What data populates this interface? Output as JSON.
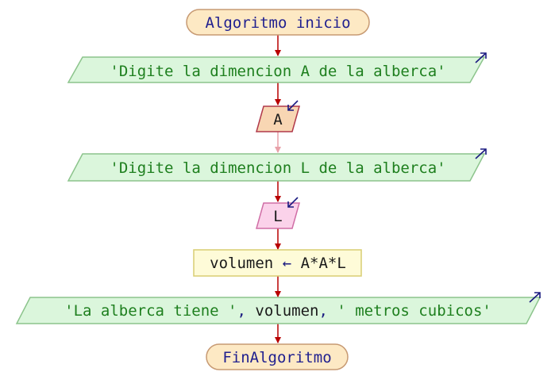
{
  "flowchart": {
    "start": {
      "label": "Algoritmo inicio"
    },
    "output_a": {
      "text": "'Digite la dimencion A de la alberca'"
    },
    "input_a": {
      "variable": "A"
    },
    "output_l": {
      "text": "'Digite la dimencion L de la alberca'"
    },
    "input_l": {
      "variable": "L"
    },
    "assign": {
      "target": "volumen",
      "arrow": "←",
      "expression": "A*A*L"
    },
    "output_result": {
      "part1": "'La alberca tiene '",
      "sep1": ",",
      "part2": " volumen",
      "sep2": ",",
      "part3": " ' metros cubicos'"
    },
    "end": {
      "label": "FinAlgoritmo"
    }
  },
  "colors": {
    "terminal_fill": "#fde9c4",
    "terminal_stroke": "#c79a73",
    "terminal_text": "#1f1f8f",
    "output_fill": "#dbf6dc",
    "output_stroke": "#8cc48c",
    "output_text": "#1e7f1e",
    "input_a_fill": "#f8d6b3",
    "input_a_stroke": "#b0384a",
    "input_l_fill": "#fbd2ea",
    "input_l_stroke": "#d06ea6",
    "process_fill": "#fefbd8",
    "process_stroke": "#d8cd72",
    "arrow": "#b80000",
    "io_arrow": "#1a1a80"
  }
}
